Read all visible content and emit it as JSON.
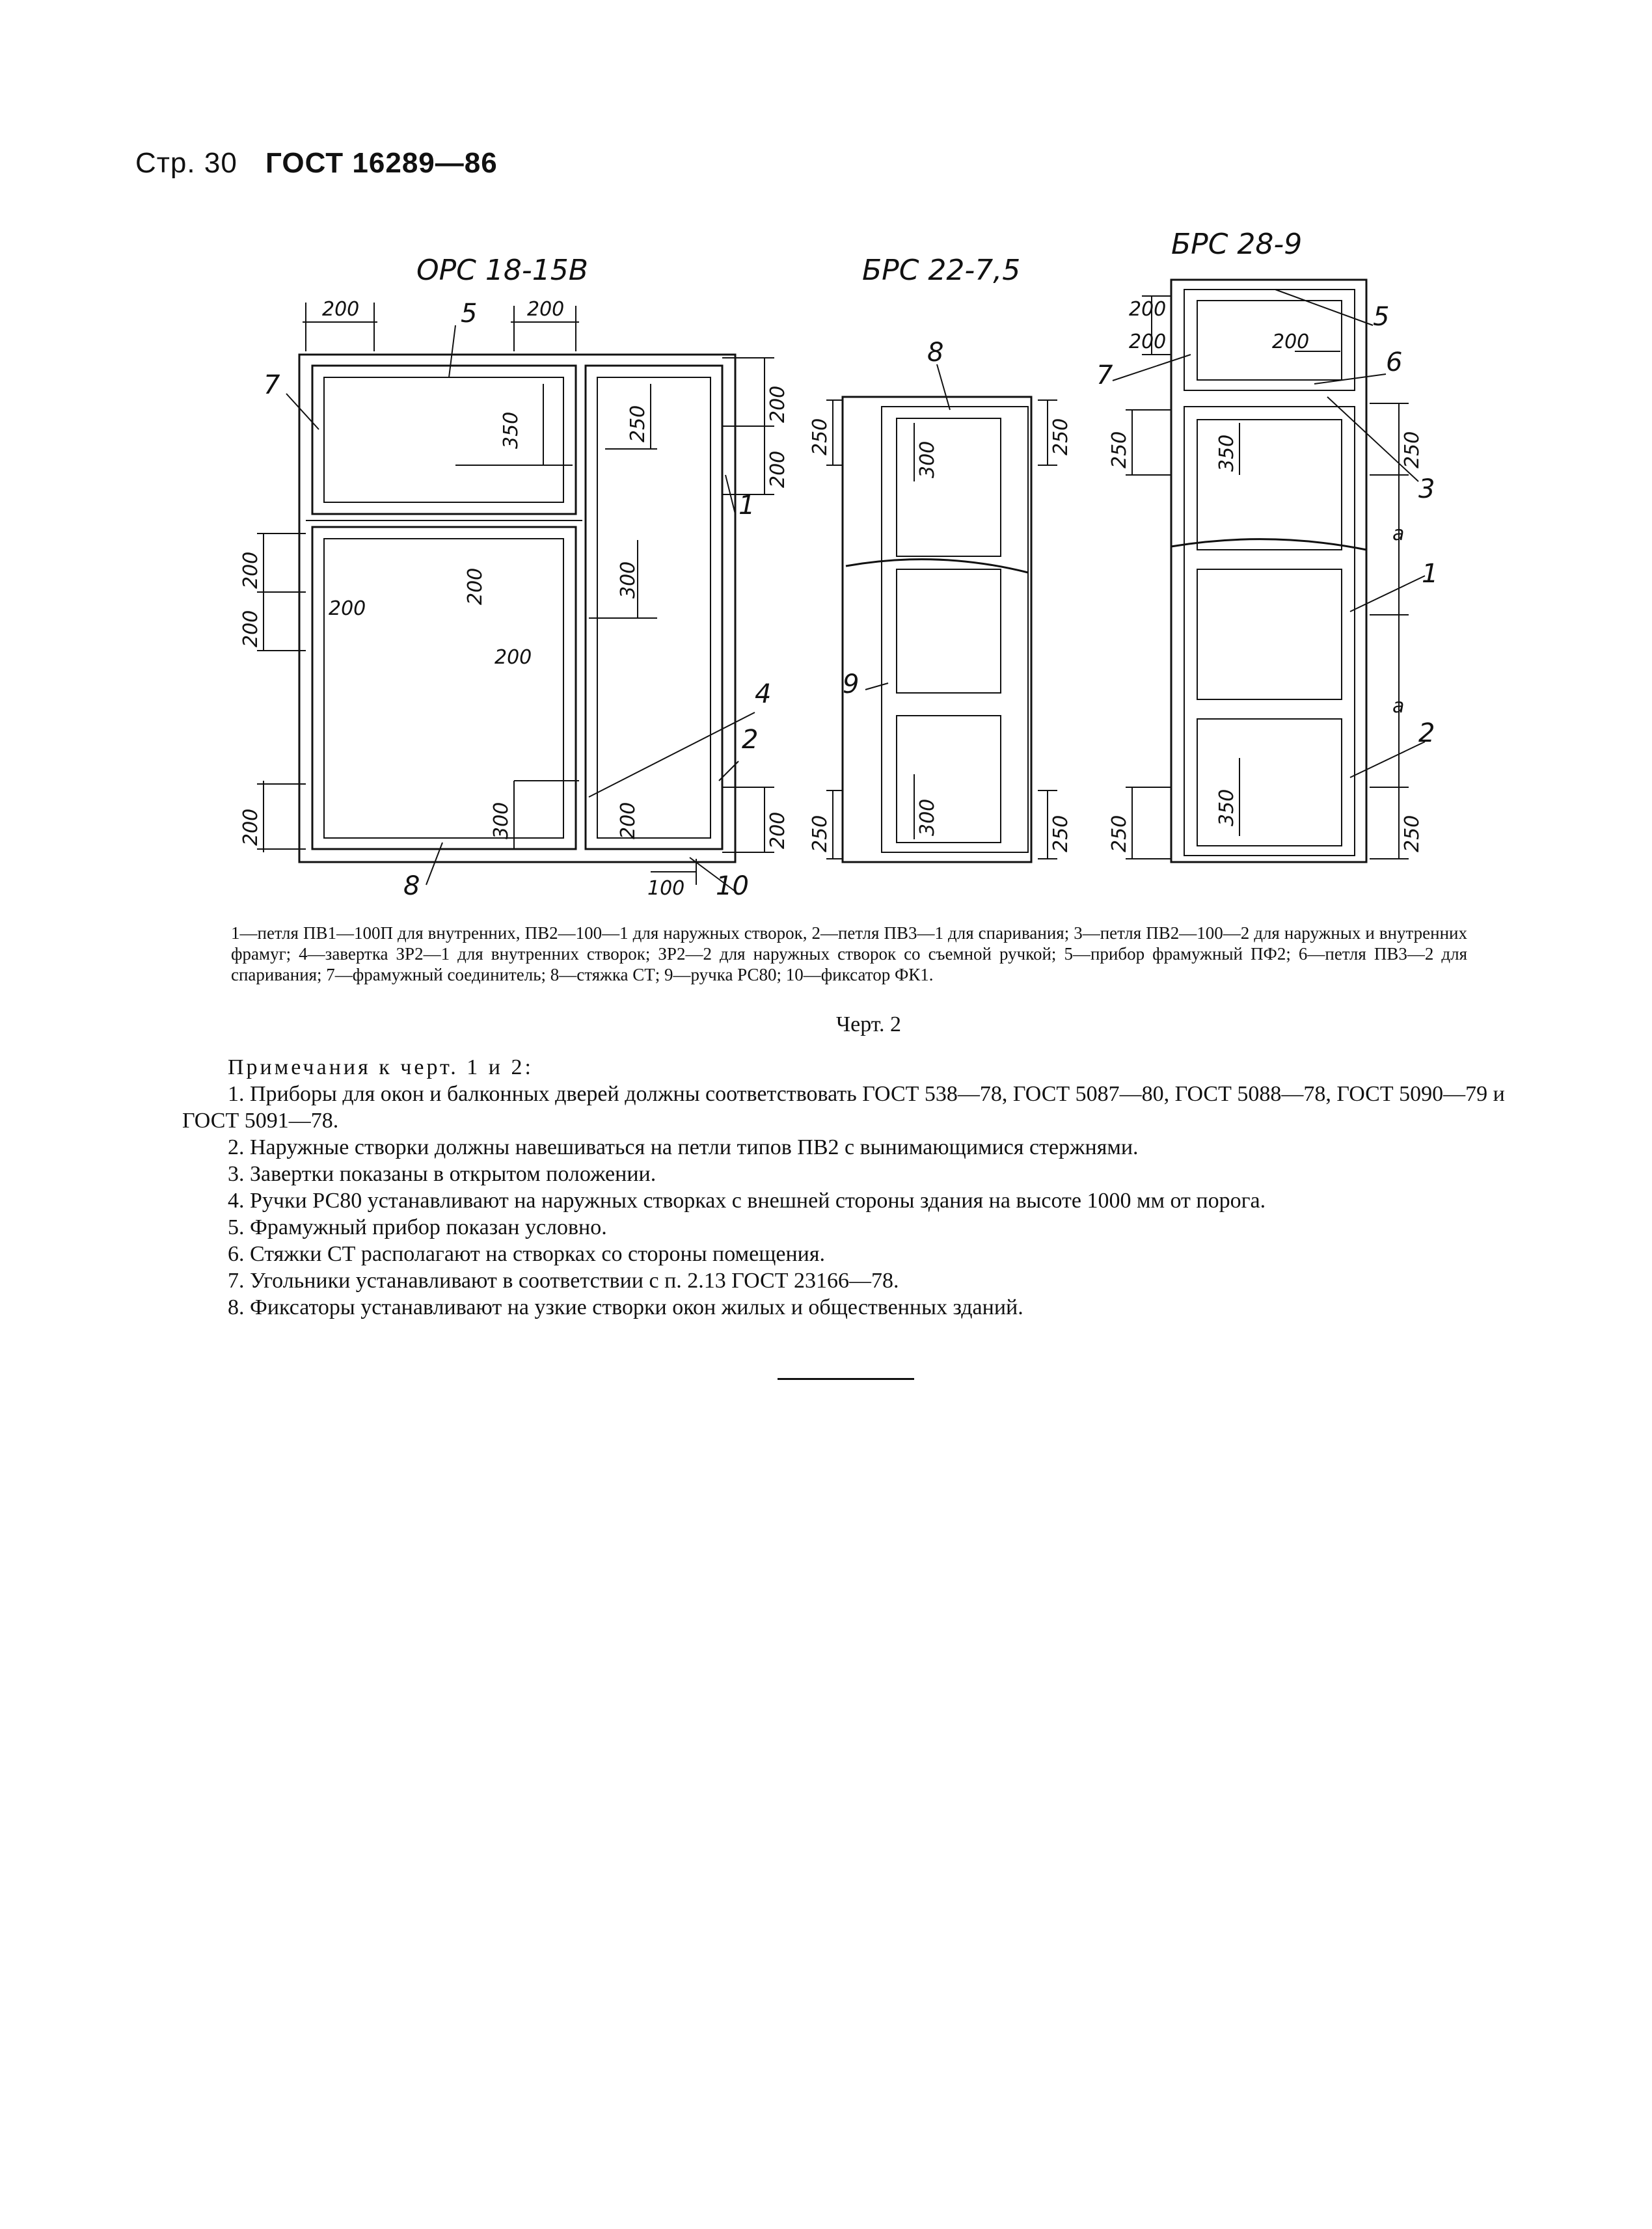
{
  "header": {
    "page": "Стр. 30",
    "standard": "ГОСТ 16289—86"
  },
  "drawings": {
    "left_title": "ОРС 18-15В",
    "middle_title": "БРС 22-7,5",
    "right_title": "БРС 28-9"
  },
  "dims": {
    "d200": "200",
    "d250": "250",
    "d300": "300",
    "d350": "350",
    "d100": "100",
    "da": "а"
  },
  "labels": [
    "1",
    "2",
    "3",
    "4",
    "5",
    "6",
    "7",
    "8",
    "9",
    "10"
  ],
  "legend": "1—петля ПВ1—100П для внутренних, ПВ2—100—1 для наружных створок, 2—петля ПВ3—1 для спаривания; 3—петля ПВ2—100—2 для наружных и внутренних фрамуг; 4—завертка ЗР2—1 для внутренних створок; ЗР2—2 для наружных створок со съемной ручкой; 5—прибор фрамужный ПФ2; 6—петля ПВ3—2 для спаривания; 7—фрамужный соединитель; 8—стяжка СТ; 9—ручка РС80; 10—фиксатор ФК1.",
  "figure_caption": "Черт. 2",
  "notes": {
    "heading": "Примечания к черт. 1 и 2:",
    "items": [
      "1. Приборы для окон и балконных дверей должны соответствовать ГОСТ 538—78, ГОСТ 5087—80, ГОСТ 5088—78, ГОСТ 5090—79 и ГОСТ 5091—78.",
      "2. Наружные створки должны навешиваться на петли типов ПВ2 с вынимающимися стержнями.",
      "3. Завертки показаны в открытом положении.",
      "4. Ручки РС80 устанавливают на наружных створках с внешней стороны здания на высоте 1000 мм от порога.",
      "5. Фрамужный прибор показан условно.",
      "6. Стяжки СТ располагают на створках со стороны помещения.",
      "7. Угольники устанавливают в соответствии с п. 2.13 ГОСТ 23166—78.",
      "8. Фиксаторы устанавливают на узкие створки окон жилых и общественных зданий."
    ]
  }
}
